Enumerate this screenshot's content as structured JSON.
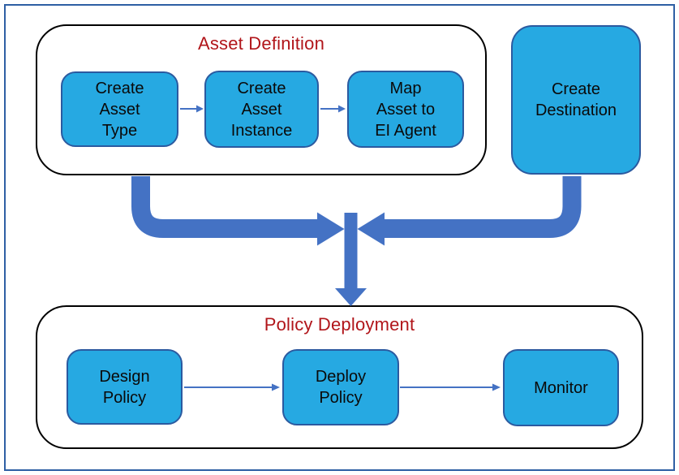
{
  "colors": {
    "page-border": "#2E5FA4",
    "container-border": "#000000",
    "title-red": "#B1151A",
    "node-fill": "#26A9E2",
    "node-border": "#2B5AA0",
    "arrow": "#4472C4"
  },
  "asset_definition": {
    "title": "Asset Definition",
    "steps": [
      {
        "label": "Create\nAsset\nType"
      },
      {
        "label": "Create\nAsset\nInstance"
      },
      {
        "label": "Map\nAsset to\nEI Agent"
      }
    ]
  },
  "create_destination": {
    "label": "Create\nDestination"
  },
  "policy_deployment": {
    "title": "Policy Deployment",
    "steps": [
      {
        "label": "Design\nPolicy"
      },
      {
        "label": "Deploy\nPolicy"
      },
      {
        "label": "Monitor"
      }
    ]
  }
}
